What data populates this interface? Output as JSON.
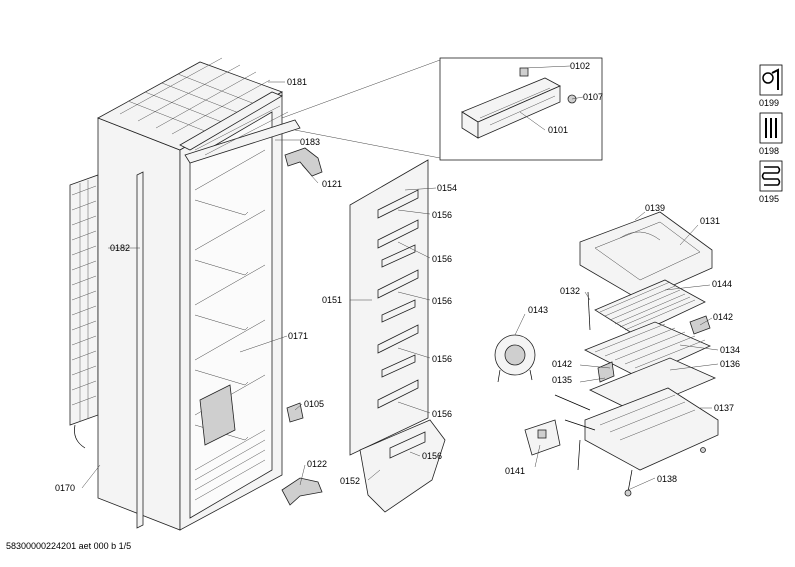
{
  "labels": {
    "p0102": "0102",
    "p0107": "0107",
    "p0101": "0101",
    "p0181": "0181",
    "p0183": "0183",
    "p0121": "0121",
    "p0182": "0182",
    "p0154": "0154",
    "p0156": "0156",
    "p0151": "0151",
    "p0171": "0171",
    "p0105": "0105",
    "p0122": "0122",
    "p0170": "0170",
    "p0152": "0152",
    "p0139": "0139",
    "p0131": "0131",
    "p0144": "0144",
    "p0132": "0132",
    "p0143": "0143",
    "p0142": "0142",
    "p0134": "0134",
    "p0136": "0136",
    "p0135": "0135",
    "p0137": "0137",
    "p0141": "0141",
    "p0138": "0138",
    "p0199": "0199",
    "p0198": "0198",
    "p0195": "0195"
  },
  "footer": {
    "doc_id": "58300000224201 aet 000 b 1/5"
  }
}
